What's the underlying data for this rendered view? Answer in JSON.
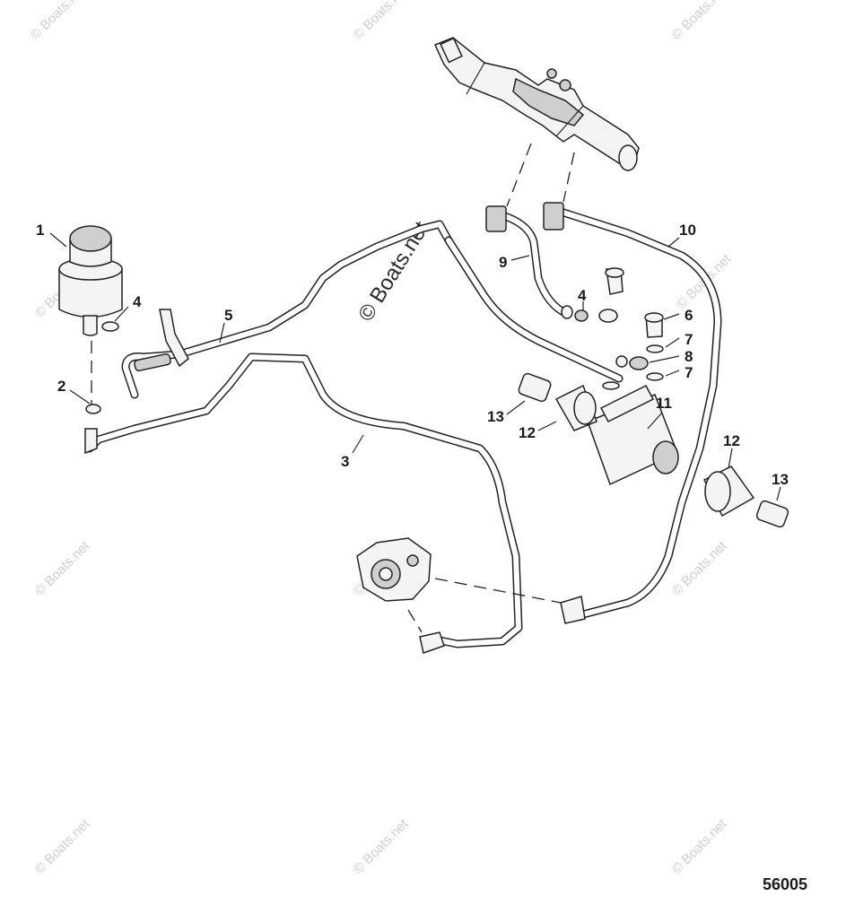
{
  "diagram_number": "56005",
  "watermark": "© Boats.net",
  "callouts": [
    {
      "id": "callout-1",
      "label": "1"
    },
    {
      "id": "callout-2",
      "label": "2"
    },
    {
      "id": "callout-3",
      "label": "3"
    },
    {
      "id": "callout-4a",
      "label": "4"
    },
    {
      "id": "callout-4b",
      "label": "4"
    },
    {
      "id": "callout-5",
      "label": "5"
    },
    {
      "id": "callout-6",
      "label": "6"
    },
    {
      "id": "callout-7a",
      "label": "7"
    },
    {
      "id": "callout-7b",
      "label": "7"
    },
    {
      "id": "callout-8",
      "label": "8"
    },
    {
      "id": "callout-9",
      "label": "9"
    },
    {
      "id": "callout-10",
      "label": "10"
    },
    {
      "id": "callout-11",
      "label": "11"
    },
    {
      "id": "callout-12a",
      "label": "12"
    },
    {
      "id": "callout-12b",
      "label": "12"
    },
    {
      "id": "callout-13a",
      "label": "13"
    },
    {
      "id": "callout-13b",
      "label": "13"
    }
  ],
  "colors": {
    "line": "#222222",
    "watermark": "#cfcfcf",
    "background": "#ffffff"
  }
}
